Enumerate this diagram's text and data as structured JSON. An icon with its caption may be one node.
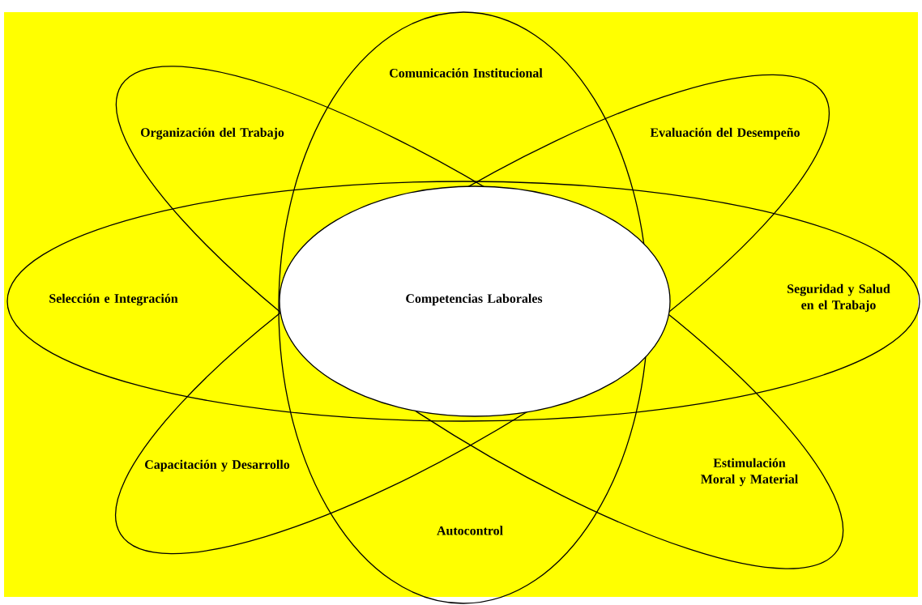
{
  "diagram": {
    "nodes": [
      {
        "text": [
          "Comunicación Institucional",
          "Autocontrol"
        ]
      },
      {
        "text": [
          "Organización del Trabajo",
          "Estimulación Moral y Material"
        ]
      },
      {
        "text": [
          "Evaluación del Desempeño",
          "Capacitación y Desarrollo"
        ]
      },
      {
        "text": [
          "Selección e Integración",
          "Seguridad y Salud en el Trabajo"
        ]
      },
      {
        "text": [
          "Competencias Laborales"
        ]
      }
    ]
  }
}
